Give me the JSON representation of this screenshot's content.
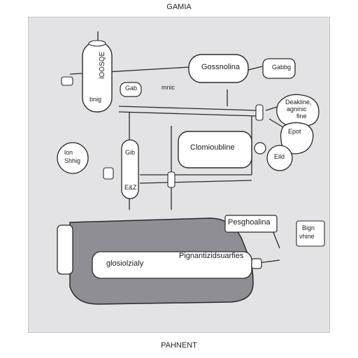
{
  "header": {
    "title": "GAMIA"
  },
  "footer": {
    "caption": "PAHNENT"
  },
  "colors": {
    "panel": "#e3e3e6",
    "line": "#2a2a2a",
    "tank_fill": "#8e8e94",
    "box_fill": "#ffffff"
  },
  "nodes": {
    "cylinder_vertical_label": "lOOSQE",
    "cylinder_bottom_label": "bnig",
    "gauge_small_label": "Gab",
    "gauge_tiny_label": "mnic",
    "gossnolina": "Gossnolina",
    "gabbg": "Gabbg",
    "deakline_lines": [
      "Deakline,",
      "agninic",
      "fine"
    ],
    "epot": "Epot",
    "clomioubline": "Clomioubline",
    "eild": "Eild",
    "left_circle_lines": [
      "lon",
      "Shhig"
    ],
    "valve_top_label": "Gib",
    "valve_bottom_label": "E&Z",
    "peshoalina": "Pesghoalina",
    "bign_lines": [
      "Bign",
      "vhine"
    ],
    "glosiolzialy": "glosiolzialy",
    "pignantizidsuarfies": "Pignantizidsuarfies"
  }
}
